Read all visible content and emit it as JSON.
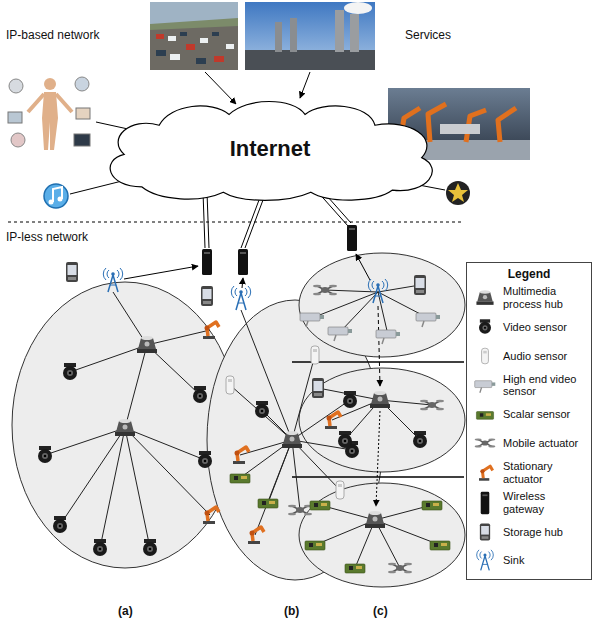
{
  "diagram": {
    "nodes": [
      {
        "text": [
          "Internet"
        ]
      }
    ],
    "labels": [
      "IP-based network",
      "Services",
      "IP-less network",
      "Legend",
      "(a)",
      "(b)",
      "(c)"
    ],
    "legend": [
      {
        "text": "Multimedia process hub"
      },
      {
        "text": "Video sensor"
      },
      {
        "text": "Audio sensor"
      },
      {
        "text": "High end video sensor"
      },
      {
        "text": "Scalar sensor"
      },
      {
        "text": "Mobile actuator"
      },
      {
        "text": "Stationary actuator"
      },
      {
        "text": "Wireless gateway"
      },
      {
        "text": "Storage hub"
      },
      {
        "text": "Sink"
      }
    ]
  }
}
